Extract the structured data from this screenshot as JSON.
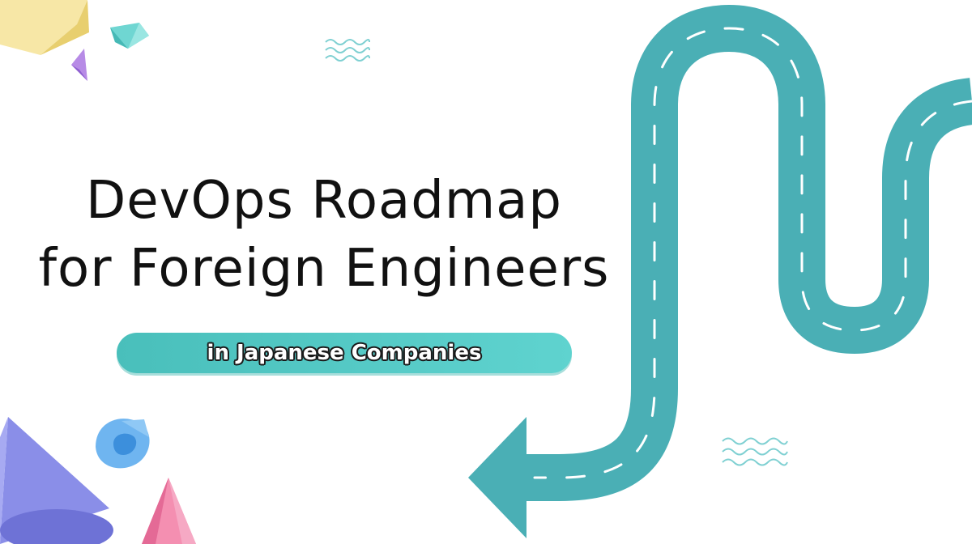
{
  "banner": {
    "title_line_1": "DevOps Roadmap",
    "title_line_2": "for Foreign Engineers",
    "subtitle": "in Japanese Companies"
  },
  "colors": {
    "road": "#4aafb5",
    "road_dash": "#ffffff",
    "pill": "#55c9c5",
    "wave": "#7fd0d2",
    "title_text": "#111111"
  },
  "icons": [
    "winding-road-arrow-icon",
    "wave-icon",
    "crystal-shape-icon",
    "cone-shape-icon",
    "pyramid-shape-icon",
    "donut-shape-icon"
  ]
}
